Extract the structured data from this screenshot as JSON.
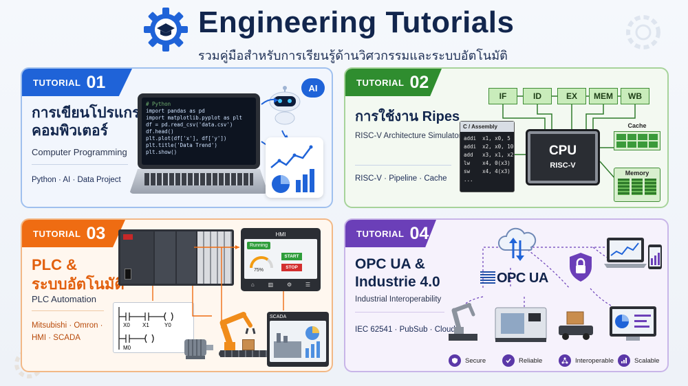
{
  "header": {
    "title": "Engineering Tutorials",
    "subtitle": "รวมคู่มือสำหรับการเรียนรู้ด้านวิศวกรรมและระบบอัตโนมัติ"
  },
  "colors": {
    "blue": "#1f63d8",
    "green": "#2f8d2f",
    "orange": "#ef6c12",
    "purple": "#6b3fb8",
    "navy": "#12264d"
  },
  "cards": [
    {
      "tag_label": "TUTORIAL",
      "tag_number": "01",
      "title_line1": "การเขียนโปรแกรม",
      "title_line2": "คอมพิวเตอร์",
      "english": "Computer Programming",
      "tags": "Python · AI · Data Project",
      "badge": "AI",
      "code_lines": [
        "# Python",
        "import pandas as pd",
        "import matplotlib.pyplot as plt",
        "",
        "df = pd.read_csv('data.csv')",
        "df.head()",
        "",
        "plt.plot(df['x'], df['y'])",
        "plt.title('Data Trend')",
        "plt.show()"
      ]
    },
    {
      "tag_label": "TUTORIAL",
      "tag_number": "02",
      "title": "การใช้งาน Ripes",
      "english": "RISC-V Architecture Simulator",
      "tags": "RISC-V · Pipeline · Cache",
      "pipeline": [
        "IF",
        "ID",
        "EX",
        "MEM",
        "WB"
      ],
      "asm_header": "C / Assembly",
      "asm_lines": [
        "addi  x1, x0, 5",
        "addi  x2, x0, 10",
        "add   x3, x1, x2",
        "lw    x4, 0(x3)",
        "sw    x4, 4(x3)",
        "..."
      ],
      "cpu_label": "CPU",
      "cpu_sub": "RISC-V",
      "cache_label": "Cache",
      "memory_label": "Memory"
    },
    {
      "tag_label": "TUTORIAL",
      "tag_number": "03",
      "title_line1": "PLC &",
      "title_line2": "ระบบอัตโนมัติ",
      "english": "PLC Automation",
      "tags_line1": "Mitsubishi · Omron ·",
      "tags_line2": "HMI · SCADA",
      "hmi_label": "HMI",
      "hmi_running": "Running",
      "hmi_pct": "75%",
      "hmi_start": "START",
      "hmi_stop": "STOP",
      "scada_label": "SCADA",
      "ladder": {
        "x0": "X0",
        "x1": "X1",
        "y0": "Y0",
        "m0": "M0"
      }
    },
    {
      "tag_label": "TUTORIAL",
      "tag_number": "04",
      "title_line1": "OPC UA &",
      "title_line2": "Industrie 4.0",
      "english": "Industrial Interoperability",
      "tags": "IEC 62541 · PubSub · Cloud",
      "logo_text": "OPC UA",
      "features": [
        {
          "label": "Secure",
          "icon": "shield-icon"
        },
        {
          "label": "Reliable",
          "icon": "check-shield-icon"
        },
        {
          "label": "Interoperable",
          "icon": "network-icon"
        },
        {
          "label": "Scalable",
          "icon": "bar-chart-icon"
        }
      ]
    }
  ]
}
